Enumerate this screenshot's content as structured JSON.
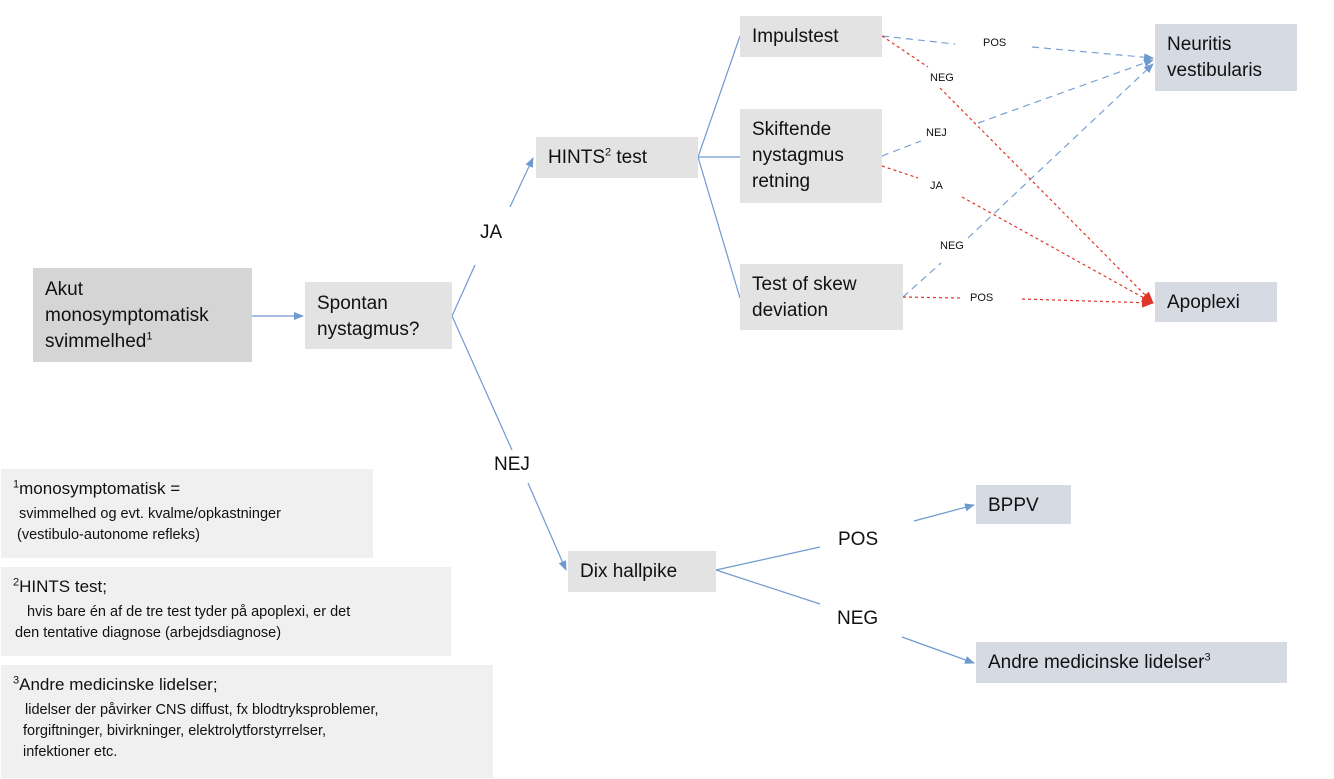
{
  "nodes": {
    "start": {
      "line1": "Akut",
      "line2": "monosymptomatisk",
      "line3": "svimmelhed",
      "sup": "1"
    },
    "spontan": {
      "line1": "Spontan",
      "line2": "nystagmus?"
    },
    "hints": {
      "text": "HINTS",
      "sup": "2",
      "after": " test"
    },
    "impulstest": {
      "text": "Impulstest"
    },
    "skiftende": {
      "line1": "Skiftende",
      "line2": "nystagmus",
      "line3": "retning"
    },
    "skew": {
      "line1": "Test of skew",
      "line2": "deviation"
    },
    "neuritis": {
      "line1": "Neuritis",
      "line2": "vestibularis"
    },
    "apoplexi": {
      "text": "Apoplexi"
    },
    "dix": {
      "text": "Dix hallpike"
    },
    "bppv": {
      "text": "BPPV"
    },
    "andre": {
      "text": "Andre medicinske lidelser",
      "sup": "3"
    }
  },
  "edge_labels": {
    "ja": "JA",
    "nej": "NEJ",
    "dix_pos": "POS",
    "dix_neg": "NEG",
    "imp_pos": "POS",
    "imp_neg": "NEG",
    "skif_nej": "NEJ",
    "skif_ja": "JA",
    "skew_neg": "NEG",
    "skew_pos": "POS"
  },
  "notes": [
    {
      "sup": "1",
      "title": "monosymptomatisk =",
      "lines": [
        "svimmelhed og evt. kvalme/opkastninger",
        "(vestibulo-autonome refleks)"
      ]
    },
    {
      "sup": "2",
      "title": "HINTS test;",
      "lines": [
        "hvis bare én af de tre test tyder på apoplexi, er det",
        "den tentative diagnose (arbejdsdiagnose)"
      ]
    },
    {
      "sup": "3",
      "title": "Andre medicinske lidelser;",
      "lines": [
        "lidelser der påvirker CNS diffust, fx blodtryksproblemer,",
        "forgiftninger, bivirkninger, elektrolytforstyrrelser,",
        "infektioner etc."
      ]
    }
  ],
  "colors": {
    "solid_line": "#6f9ad0",
    "dashed_blue": "#7aa0d4",
    "dashed_red": "#e0352a"
  }
}
